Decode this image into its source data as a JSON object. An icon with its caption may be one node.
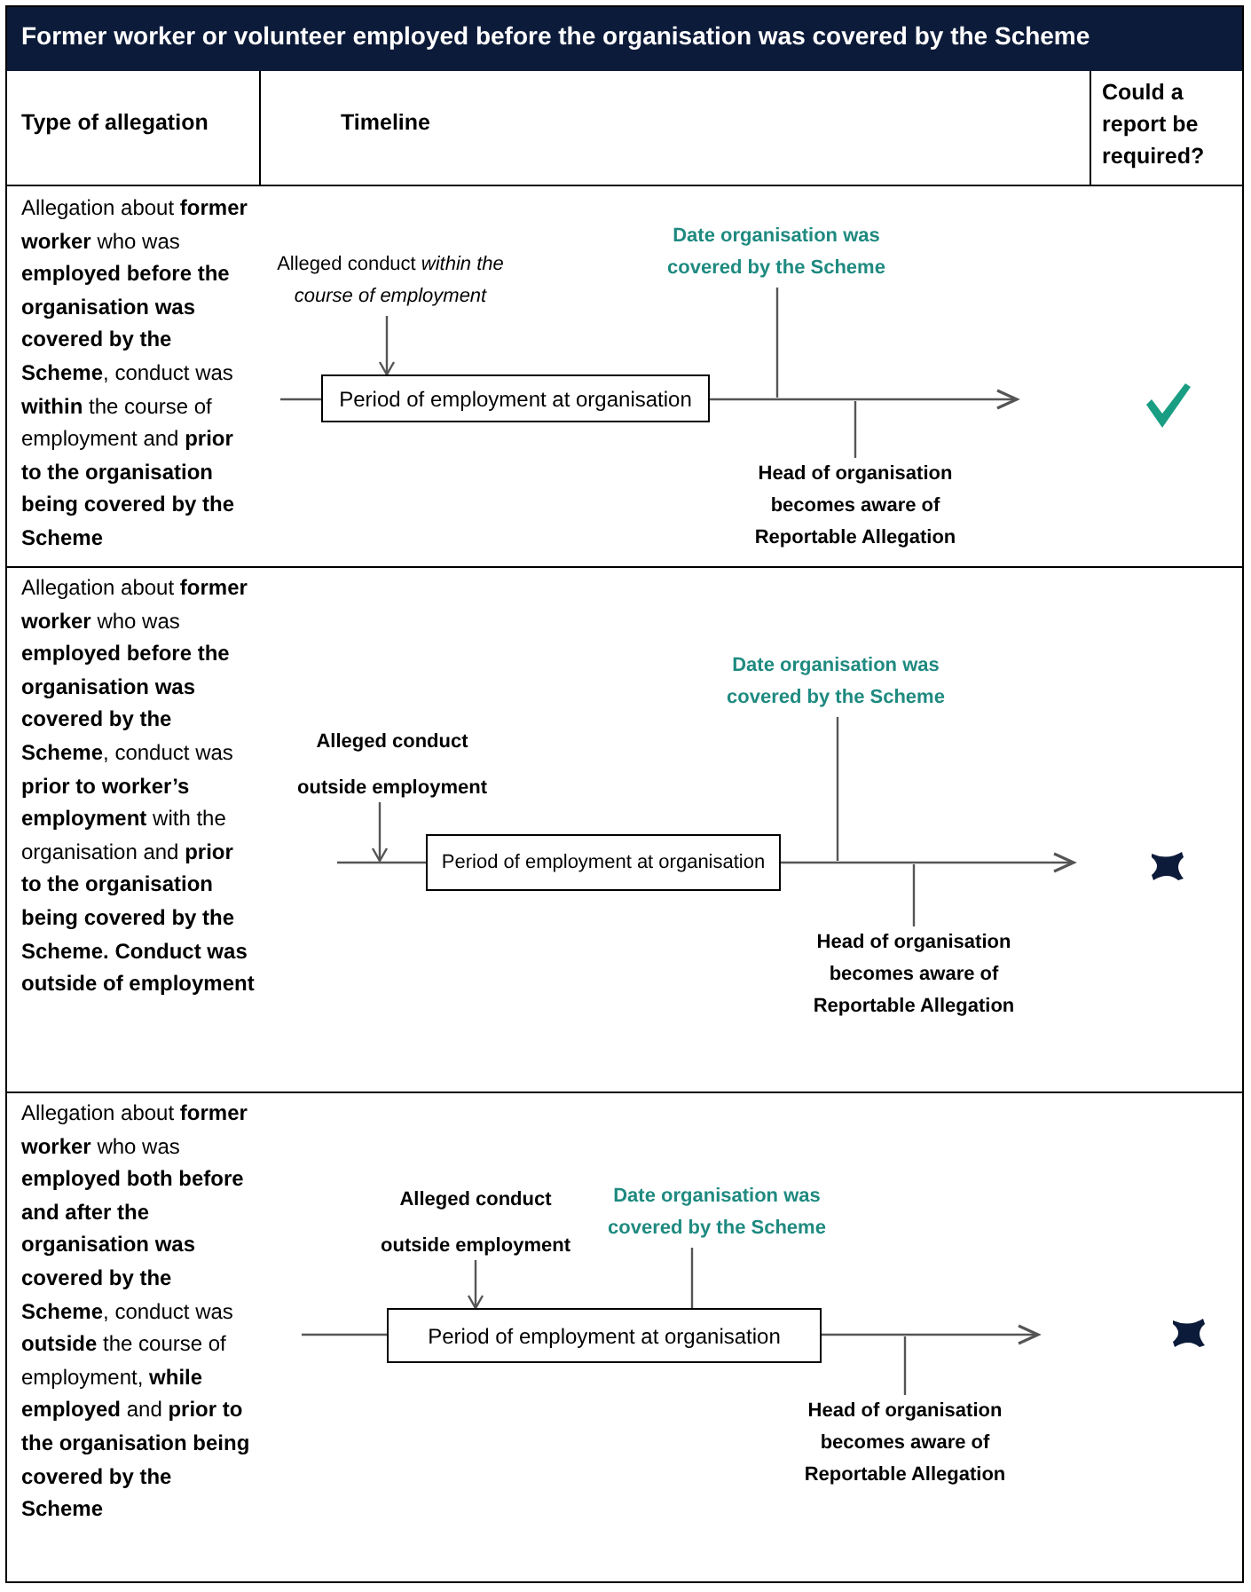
{
  "diagram": {
    "title": "Former worker or volunteer employed before the organisation was covered by the Scheme",
    "nodes": [
      {
        "text": [
          "Alleged conduct *within the course of employment*"
        ]
      },
      {
        "text": [
          "Period of employment at organisation"
        ]
      },
      {
        "text": [
          "Date organisation was covered by the Scheme"
        ]
      },
      {
        "text": [
          "Head of organisation becomes aware of Reportable Allegation"
        ]
      },
      {
        "text": [
          "Alleged conduct outside employment"
        ]
      },
      {
        "text": [
          "Period of employment at organisation"
        ]
      },
      {
        "text": [
          "Date organisation was covered by the Scheme"
        ]
      },
      {
        "text": [
          "Head of organisation becomes aware of Reportable Allegation"
        ]
      },
      {
        "text": [
          "Alleged conduct outside employment"
        ]
      },
      {
        "text": [
          "Period of employment at organisation"
        ]
      },
      {
        "text": [
          "Date organisation was covered by the Scheme"
        ]
      },
      {
        "text": [
          "Head of organisation becomes aware of Reportable Allegation"
        ]
      }
    ],
    "edges": [
      {
        "from": 0,
        "to": 1,
        "arrow": "to"
      },
      {
        "from": null,
        "to": 1,
        "arrow": "none"
      },
      {
        "from": 1,
        "to": null,
        "arrow": "to"
      },
      {
        "from": 2,
        "to": null,
        "arrow": "none"
      },
      {
        "from": 3,
        "to": null,
        "arrow": "none"
      },
      {
        "from": 4,
        "to": null,
        "arrow": "to"
      },
      {
        "from": null,
        "to": 5,
        "arrow": "none"
      },
      {
        "from": 5,
        "to": null,
        "arrow": "to"
      },
      {
        "from": 6,
        "to": null,
        "arrow": "none"
      },
      {
        "from": 7,
        "to": null,
        "arrow": "none"
      },
      {
        "from": 8,
        "to": 9,
        "arrow": "to"
      },
      {
        "from": null,
        "to": 9,
        "arrow": "none"
      },
      {
        "from": 9,
        "to": null,
        "arrow": "to"
      },
      {
        "from": 10,
        "to": 9,
        "arrow": "none"
      },
      {
        "from": 11,
        "to": null,
        "arrow": "none"
      }
    ],
    "labels": [
      "Type of allegation",
      "Timeline",
      "Could a report be required?",
      "Allegation about **former worker** who was **employed before the organisation was covered by the Scheme**, conduct was **within** the course of employment and **prior to the organisation being covered by the Scheme**",
      "Allegation about **former worker** who was **employed before the organisation was covered by the Scheme**, conduct was **prior to worker’s employment** with the organisation and **prior to the organisation being covered by the Scheme. Conduct was outside of employment**",
      "Allegation about **former worker** who was **employed both before and after the organisation was covered by the Scheme**, conduct was **outside** the course of employment, **while employed** and **prior to the organisation being covered by the Scheme**"
    ]
  }
}
